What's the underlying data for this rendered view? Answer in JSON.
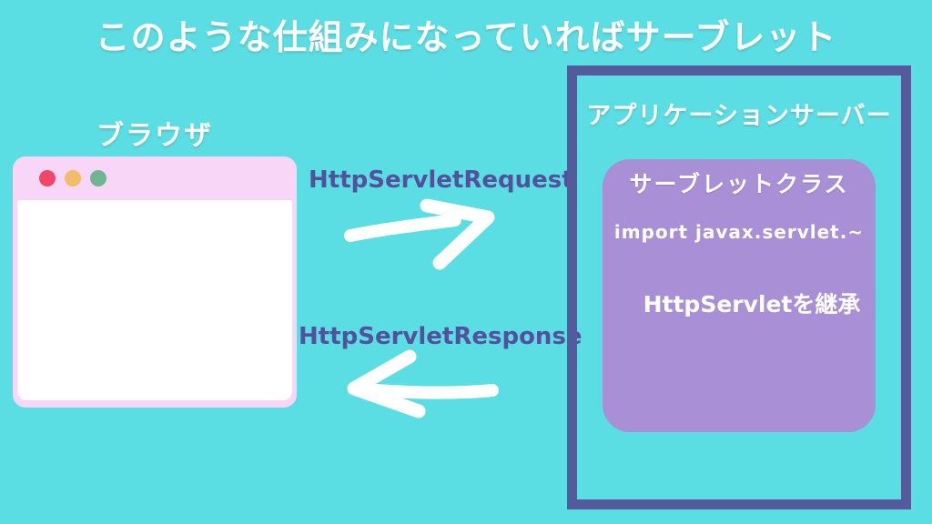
{
  "title": "このような仕組みになっていればサーブレット",
  "browser": {
    "label": "ブラウザ",
    "window_dots": [
      "close-dot",
      "minimize-dot",
      "maximize-dot"
    ]
  },
  "flow": {
    "request_label": "HttpServletRequest",
    "response_label": "HttpServletResponse",
    "request_arrow_direction": "right",
    "response_arrow_direction": "left"
  },
  "server": {
    "label": "アプリケーションサーバー",
    "servlet_class": {
      "title": "サーブレットクラス",
      "import_line": "import javax.servlet.~",
      "extends_line": "HttpServletを継承"
    }
  },
  "colors": {
    "bg": "#5adee3",
    "border": "#545a9c",
    "purple": "#a98fd6",
    "pink": "#f8d6f7",
    "indigo": "#54519c",
    "white": "#ffffff",
    "dot_red": "#f04769",
    "dot_yellow": "#f2bc69",
    "dot_green": "#6fb591"
  }
}
